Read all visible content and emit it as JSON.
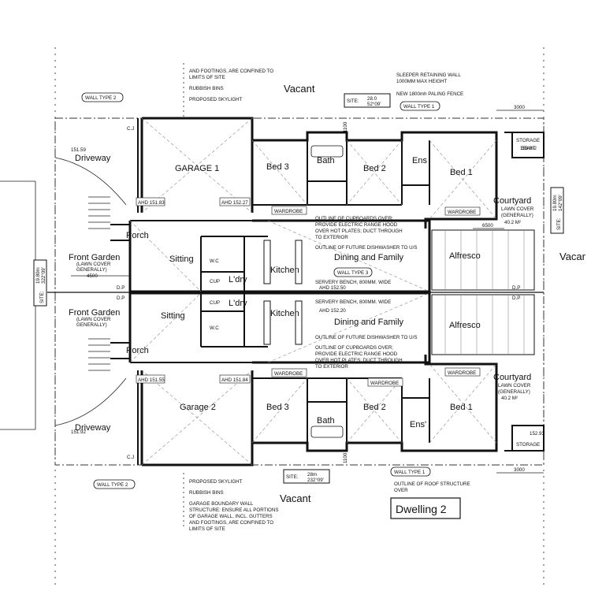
{
  "labels": {
    "vacant_top": "Vacant",
    "vacant_bottom": "Vacant",
    "vacant_right": "Vacar",
    "dwelling": "Dwelling 2",
    "top_notes": [
      "AND FOOTINGS, ARE CONFINED TO",
      "LIMITS OF SITE",
      "RUBBISH BINS",
      "PROPOSED SKYLIGHT"
    ],
    "top_right_notes": [
      "SLEEPER RETAINING WALL",
      "1000MM MAX HEIGHT",
      "NEW 1800mh PALING FENCE"
    ],
    "bottom_notes": [
      "PROPOSED SKYLIGHT",
      "RUBBISH BINS",
      "GARAGE BOUNDARY WALL",
      "STRUCTURE: ENSURE ALL PORTIONS",
      "OF GARAGE WALL, INCL. GUTTERS",
      "AND FOOTINGS, ARE CONFINED TO",
      "LIMITS OF SITE"
    ],
    "roof_outline": [
      "OUTLINE OF ROOF STRUCTURE",
      "OVER"
    ],
    "site_top": [
      "SITE:",
      "28.0",
      "52°09'"
    ],
    "site_bottom": [
      "SITE:",
      "28m",
      "232°09'"
    ],
    "site_left": [
      "SITE:",
      "19.80m",
      "322°09'"
    ],
    "site_right": [
      "SITE:",
      "19.80m",
      "142°09'"
    ],
    "wall_type_2_top": "WALL TYPE 2",
    "wall_type_2_bottom": "WALL TYPE 2",
    "wall_type_1_top": "WALL TYPE 1",
    "wall_type_1_bottom": "WALL TYPE 1",
    "wall_type_3": "WALL TYPE 3",
    "dim_3000_top": "3000",
    "dim_3000_bottom": "3000",
    "dim_6500": "6500",
    "dim_4500": "4500",
    "dim_1100_top": "1100",
    "dim_1100_bottom": "1100",
    "ahd_top_left": "AHD 151.83",
    "ahd_top_mid": "AHD 152.27",
    "ahd_mid_top": "AHD 152.50",
    "ahd_mid_bottom": "AHD 152.20",
    "ahd_bot_left": "AHD 151.55",
    "ahd_bot_mid": "AHD 151.84",
    "level_151_59": "151.59",
    "level_151_92": "151.92",
    "level_153_87": "153.87",
    "level_152_93": "152.93",
    "storage_top": "STORAGE",
    "storage_area": "554m2",
    "storage_bottom": "STORAGE",
    "cupboards_note_top": [
      "OUTLINE OF CUPBOARDS OVER;",
      "PROVIDE ELECTRIC RANGE HOOD",
      "OVER HOT PLATES; DUCT THROUGH",
      "TO EXTERIOR"
    ],
    "dishwasher_note_top": "OUTLINE OF FUTURE DISHWASHER TO U/S",
    "servery_top": "SERVERY BENCH, 800MM. WIDE",
    "servery_bottom": "SERVERY BENCH, 800MM. WIDE",
    "dishwasher_note_bottom": "OUTLINE OF FUTURE DISHWASHER TO U/S",
    "cupboards_note_bottom": [
      "OUTLINE OF CUPBOARDS OVER;",
      "PROVIDE ELECTRIC RANGE HOOD",
      "OVER HOT PLATES; DUCT THROUGH",
      "TO EXTERIOR"
    ],
    "wardrobe": "WARDROBE",
    "lawn_cover": [
      "(LAWN COVER",
      "GENERALLY)"
    ],
    "lawn_cover_caps": [
      "LAWN COVER",
      "(GENERALLY)"
    ],
    "courtyard_area": "40.2 M²",
    "cj": "C.J",
    "dp": "D.P"
  },
  "rooms_top": {
    "driveway": "Driveway",
    "garage": "GARAGE 1",
    "bed3": "Bed 3",
    "bath": "Bath",
    "bed2": "Bed 2",
    "ens": "Ens",
    "bed1": "Bed 1",
    "courtyard": "Courtyard",
    "porch": "Porch",
    "front_garden": "Front Garden",
    "sitting": "Sitting",
    "wc": "W.C",
    "ldry": "L'dry",
    "cup": "CUP",
    "kitchen": "Kitchen",
    "dining": "Dining and Family",
    "alfresco": "Alfresco"
  },
  "rooms_bottom": {
    "driveway": "Driveway",
    "garage": "Garage 2",
    "bed3": "Bed 3",
    "bath": "Bath",
    "bed2": "Bed 2",
    "ens": "Ens'",
    "bed1": "Bed 1",
    "courtyard": "Courtyard",
    "porch": "Porch",
    "front_garden": "Front Garden",
    "sitting": "Sitting",
    "wc": "W.C",
    "ldry": "L'dry",
    "cup": "CUP",
    "kitchen": "Kitchen",
    "dining": "Dining and Family",
    "alfresco": "Alfresco"
  }
}
